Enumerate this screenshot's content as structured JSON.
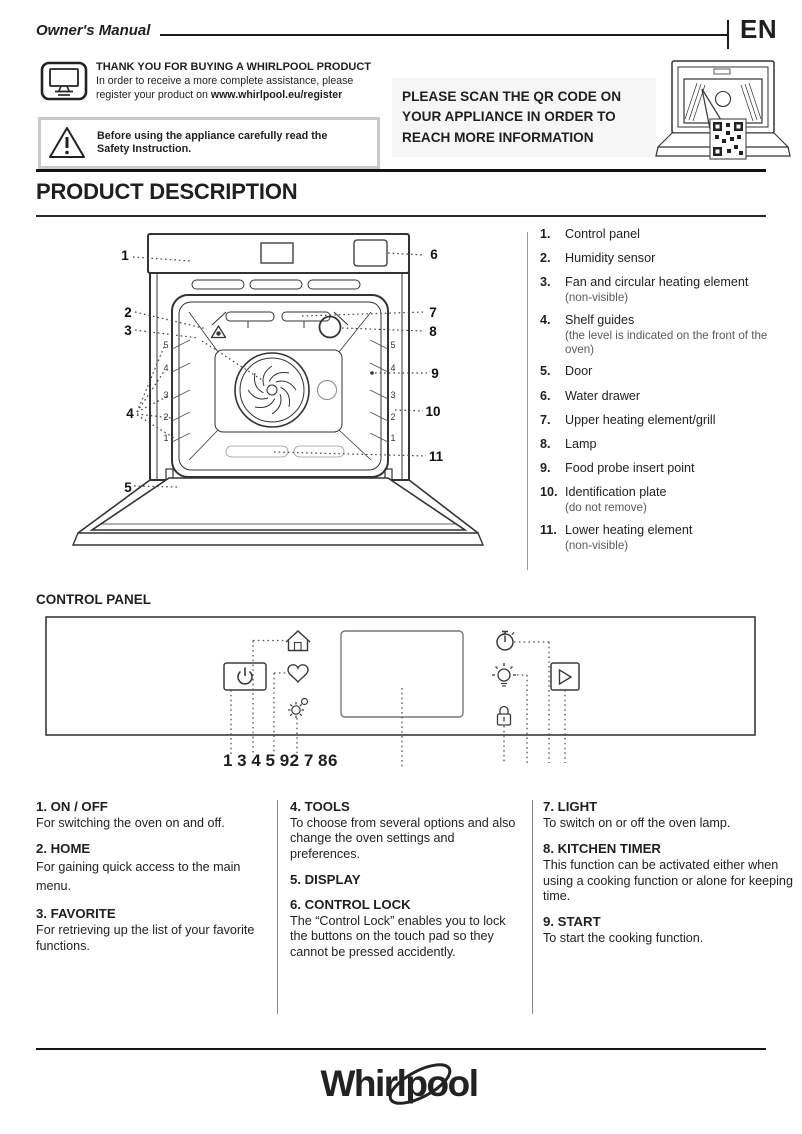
{
  "colors": {
    "text": "#1f1f1f",
    "muted": "#5a5a5a",
    "line_art": "#333333",
    "rule": "#111111",
    "warn_border": "#c9c9c9",
    "qr_box_bg": "#f6f6f6"
  },
  "header": {
    "doc_title": "Owner's Manual",
    "language": "EN"
  },
  "intro": {
    "thanks_title": "THANK YOU FOR BUYING A WHIRLPOOL PRODUCT",
    "thanks_body": "In order to receive a more complete assistance, please register your product on ",
    "register_url": "www.whirlpool.eu/register",
    "safety_notice": "Before using the appliance carefully read the Safety Instruction.",
    "qr_notice": "PLEASE SCAN THE QR CODE ON\nYOUR APPLIANCE IN ORDER TO\nREACH MORE INFORMATION"
  },
  "product_description": {
    "title": "PRODUCT DESCRIPTION",
    "parts": [
      {
        "num": "1.",
        "name": "Control panel",
        "note": ""
      },
      {
        "num": "2.",
        "name": "Humidity sensor",
        "note": ""
      },
      {
        "num": "3.",
        "name": "Fan and circular heating element",
        "note": "(non-visible)"
      },
      {
        "num": "4.",
        "name": "Shelf guides",
        "note": "(the level is indicated on the front of the oven)"
      },
      {
        "num": "5.",
        "name": "Door",
        "note": ""
      },
      {
        "num": "6.",
        "name": "Water drawer",
        "note": ""
      },
      {
        "num": "7.",
        "name": "Upper heating element/grill",
        "note": ""
      },
      {
        "num": "8.",
        "name": "Lamp",
        "note": ""
      },
      {
        "num": "9.",
        "name": "Food probe insert point",
        "note": ""
      },
      {
        "num": "10.",
        "name": "Identification plate",
        "note": "(do not remove)"
      },
      {
        "num": "11.",
        "name": "Lower heating element",
        "note": "(non-visible)"
      }
    ],
    "callouts": [
      "1",
      "2",
      "3",
      "4",
      "5",
      "6",
      "7",
      "8",
      "9",
      "10",
      "11"
    ],
    "shelf_levels": [
      "5",
      "4",
      "3",
      "2",
      "1"
    ]
  },
  "control_panel": {
    "title": "CONTROL PANEL",
    "figure_label": "1 3 4 5 92 7 86",
    "icons": [
      "power-icon",
      "home-icon",
      "favorite-heart-icon",
      "tools-gear-icon",
      "display-screen",
      "kitchen-timer-icon",
      "light-icon",
      "control-lock-icon",
      "start-play-icon"
    ],
    "columns": [
      [
        {
          "heading": "1. ON / OFF",
          "body": "For switching the oven on and off."
        },
        {
          "heading": "2. HOME",
          "body": "For gaining quick access to the main menu."
        },
        {
          "heading": "3. FAVORITE",
          "body": "For retrieving up the list of your favorite functions."
        }
      ],
      [
        {
          "heading": "4. TOOLS",
          "body": "To choose from several options and also change the oven settings and preferences."
        },
        {
          "heading": "5. DISPLAY",
          "body": ""
        },
        {
          "heading": "6. CONTROL LOCK",
          "body": "The “Control Lock” enables you to lock the buttons on the touch pad so they cannot be pressed accidently."
        }
      ],
      [
        {
          "heading": "7. LIGHT",
          "body": "To switch on or off the oven lamp."
        },
        {
          "heading": "8. KITCHEN TIMER",
          "body": "This function can be activated either when using a cooking function or alone for keeping time."
        },
        {
          "heading": "9. START",
          "body": "To start the cooking function."
        }
      ]
    ]
  },
  "footer": {
    "brand": "Whirlpool"
  }
}
